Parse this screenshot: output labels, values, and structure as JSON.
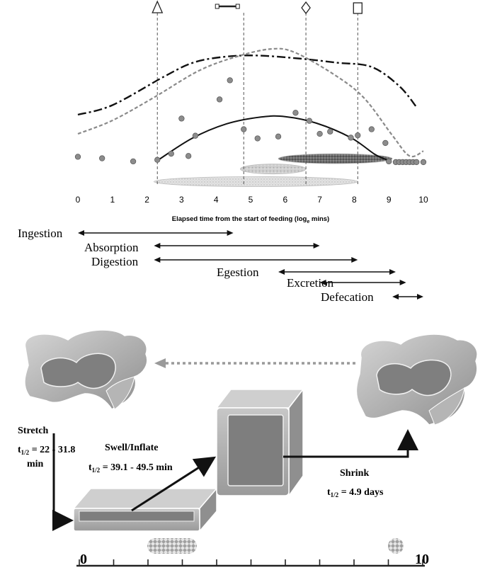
{
  "colors": {
    "accent_dark": "#111111",
    "accent_grey": "#8a8a8a",
    "dot_fill": "#8c8c8c",
    "block_grey": "#a9a9a9",
    "block_inner": "#7d7d7d"
  },
  "chart_data": {
    "type": "scatter",
    "xlabel": "Elapsed time from the start of feeding (log",
    "xlabel_sub": "e",
    "xlabel_tail": " mins)",
    "xticks": [
      "0",
      "1",
      "2",
      "3",
      "4",
      "5",
      "6",
      "7",
      "8",
      "9",
      "10"
    ],
    "xlim": [
      0,
      10
    ],
    "markers": [
      {
        "symbol": "triangle",
        "x": 2.3
      },
      {
        "symbol": "bar",
        "x": 4.8
      },
      {
        "symbol": "diamond",
        "x": 6.6
      },
      {
        "symbol": "square",
        "x": 8.1
      }
    ],
    "dots": [
      [
        0.0,
        0.9
      ],
      [
        0.7,
        0.86
      ],
      [
        1.6,
        0.78
      ],
      [
        2.3,
        0.82
      ],
      [
        2.7,
        0.98
      ],
      [
        3.0,
        1.9
      ],
      [
        3.2,
        0.92
      ],
      [
        3.4,
        1.45
      ],
      [
        4.1,
        2.4
      ],
      [
        4.4,
        2.9
      ],
      [
        4.8,
        1.62
      ],
      [
        5.2,
        1.38
      ],
      [
        5.8,
        1.43
      ],
      [
        6.3,
        2.05
      ],
      [
        6.7,
        1.84
      ],
      [
        7.0,
        1.5
      ],
      [
        7.3,
        1.56
      ],
      [
        7.9,
        1.4
      ],
      [
        8.1,
        1.46
      ],
      [
        8.5,
        1.62
      ],
      [
        8.9,
        1.26
      ],
      [
        9.0,
        0.78
      ],
      [
        9.2,
        0.76
      ],
      [
        9.3,
        0.76
      ],
      [
        9.4,
        0.76
      ],
      [
        9.5,
        0.76
      ],
      [
        9.6,
        0.76
      ],
      [
        9.7,
        0.76
      ],
      [
        9.8,
        0.76
      ],
      [
        10.0,
        0.76
      ]
    ],
    "curves": [
      {
        "style": "dash-dot",
        "points": [
          [
            0.0,
            2.0
          ],
          [
            1.0,
            2.25
          ],
          [
            2.5,
            3.0
          ],
          [
            3.3,
            3.35
          ],
          [
            4.1,
            3.5
          ],
          [
            5.1,
            3.55
          ],
          [
            6.4,
            3.47
          ],
          [
            7.5,
            3.36
          ],
          [
            8.5,
            3.25
          ],
          [
            9.3,
            2.75
          ],
          [
            9.8,
            2.2
          ]
        ]
      },
      {
        "style": "dashed",
        "points": [
          [
            0.0,
            1.5
          ],
          [
            1.0,
            1.85
          ],
          [
            2.2,
            2.45
          ],
          [
            3.5,
            3.15
          ],
          [
            4.6,
            3.52
          ],
          [
            5.6,
            3.72
          ],
          [
            6.3,
            3.62
          ],
          [
            7.5,
            3.0
          ],
          [
            8.3,
            2.42
          ],
          [
            9.1,
            1.46
          ],
          [
            9.6,
            0.92
          ],
          [
            10.0,
            1.05
          ]
        ]
      },
      {
        "style": "solid",
        "points": [
          [
            2.3,
            0.8
          ],
          [
            3.3,
            1.38
          ],
          [
            4.3,
            1.76
          ],
          [
            5.3,
            1.94
          ],
          [
            6.0,
            1.95
          ],
          [
            6.9,
            1.78
          ],
          [
            7.9,
            1.4
          ],
          [
            8.6,
            0.96
          ],
          [
            8.95,
            0.82
          ]
        ]
      }
    ],
    "bands": [
      {
        "name": "band-wide",
        "x_from": 2.2,
        "x_to": 8.1,
        "level": 0.25,
        "tone": "light"
      },
      {
        "name": "band-mid",
        "x_from": 4.7,
        "x_to": 6.6,
        "level": 0.58,
        "tone": "mid"
      },
      {
        "name": "band-dark",
        "x_from": 5.8,
        "x_to": 9.1,
        "level": 0.85,
        "tone": "dark"
      }
    ]
  },
  "phases": [
    {
      "label": "Ingestion",
      "from": 0.0,
      "to": 4.5
    },
    {
      "label": "Absorption",
      "from": 2.2,
      "to": 7.0
    },
    {
      "label": "Digestion",
      "from": 2.2,
      "to": 8.1
    },
    {
      "label": "Egestion",
      "from": 5.8,
      "to": 9.2
    },
    {
      "label": "Excretion",
      "from": 7.0,
      "to": 9.5
    },
    {
      "label": "Defecation",
      "from": 9.1,
      "to": 10.0
    }
  ],
  "stages": {
    "stretch": {
      "title": "Stretch",
      "t_label": "t",
      "t_sub": "1/2",
      "t_value": " = 22 - 31.8",
      "t_unit": "min"
    },
    "swell": {
      "title": "Swell/Inflate",
      "t_label": "t",
      "t_sub": "1/2",
      "t_value": " = 39.1 - 49.5 min"
    },
    "shrink": {
      "title": "Shrink",
      "t_label": "t",
      "t_sub": "1/2",
      "t_value": " = 4.9 days"
    }
  },
  "bottom_axis": {
    "start": "0",
    "end": "10"
  }
}
